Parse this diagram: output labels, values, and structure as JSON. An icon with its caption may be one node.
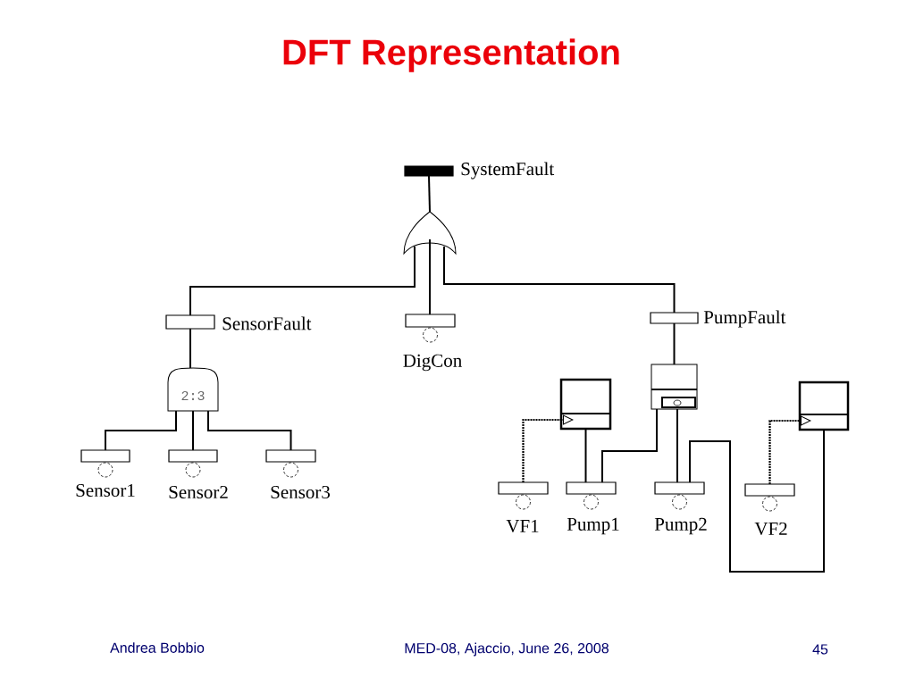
{
  "diagram": {
    "title": "DFT Representation",
    "nodes": [
      {
        "text": [
          "SystemFault"
        ]
      },
      {
        "text": [],
        "shape": "gate"
      },
      {
        "text": [
          "SensorFault"
        ]
      },
      {
        "text": [
          "DigCon"
        ]
      },
      {
        "text": [
          "PumpFault"
        ]
      },
      {
        "text": [
          "2:3"
        ]
      },
      {
        "text": [
          "Sensor1"
        ]
      },
      {
        "text": [
          "Sensor2"
        ]
      },
      {
        "text": [
          "Sensor3"
        ]
      },
      {
        "text": [],
        "shape": "box"
      },
      {
        "text": [],
        "shape": "box"
      },
      {
        "text": [],
        "shape": "box"
      },
      {
        "text": [
          "VF1"
        ]
      },
      {
        "text": [
          "Pump1"
        ]
      },
      {
        "text": [
          "Pump2"
        ]
      },
      {
        "text": [
          "VF2"
        ]
      }
    ],
    "edges": [
      {
        "from": 0,
        "to": 1,
        "arrow": "none"
      },
      {
        "from": 1,
        "to": 2,
        "arrow": "none"
      },
      {
        "from": 1,
        "to": 3,
        "arrow": "none"
      },
      {
        "from": 1,
        "to": 4,
        "arrow": "none"
      },
      {
        "from": 2,
        "to": 5,
        "arrow": "none"
      },
      {
        "from": 5,
        "to": 6,
        "arrow": "none"
      },
      {
        "from": 5,
        "to": 7,
        "arrow": "none"
      },
      {
        "from": 5,
        "to": 8,
        "arrow": "none"
      },
      {
        "from": 4,
        "to": 10,
        "arrow": "none"
      },
      {
        "from": 10,
        "to": 13,
        "arrow": "none"
      },
      {
        "from": 10,
        "to": 14,
        "arrow": "none"
      },
      {
        "from": 9,
        "to": 13,
        "arrow": "none"
      },
      {
        "from": 12,
        "to": 9,
        "arrow": "to",
        "style": "dashed"
      },
      {
        "from": 11,
        "to": 14,
        "arrow": "none"
      },
      {
        "from": 15,
        "to": 11,
        "arrow": "to",
        "style": "dashed"
      }
    ],
    "labels": [
      "Andrea Bobbio",
      "MED-08, Ajaccio, June 26, 2008",
      "45"
    ]
  }
}
